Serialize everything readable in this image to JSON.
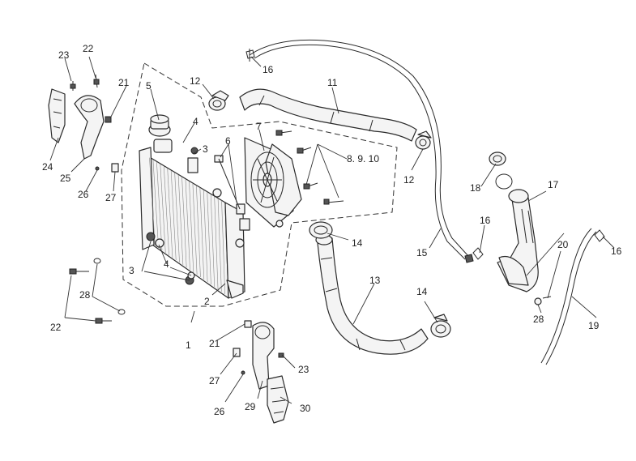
{
  "callouts": {
    "c1": "1",
    "c2": "2",
    "c3a": "3",
    "c3b": "3",
    "c4a": "4",
    "c4b": "4",
    "c5": "5",
    "c6": "6",
    "c7": "7",
    "c8910": "8. 9. 10",
    "c11": "11",
    "c12a": "12",
    "c12b": "12",
    "c13": "13",
    "c14a": "14",
    "c14b": "14",
    "c15": "15",
    "c16a": "16",
    "c16b": "16",
    "c16c": "16",
    "c17": "17",
    "c18": "18",
    "c19": "19",
    "c20": "20",
    "c21a": "21",
    "c21b": "21",
    "c22a": "22",
    "c22b": "22",
    "c23a": "23",
    "c23b": "23",
    "c24": "24",
    "c25": "25",
    "c26a": "26",
    "c26b": "26",
    "c27a": "27",
    "c27b": "27",
    "c28a": "28",
    "c28b": "28",
    "c29": "29",
    "c30": "30"
  }
}
